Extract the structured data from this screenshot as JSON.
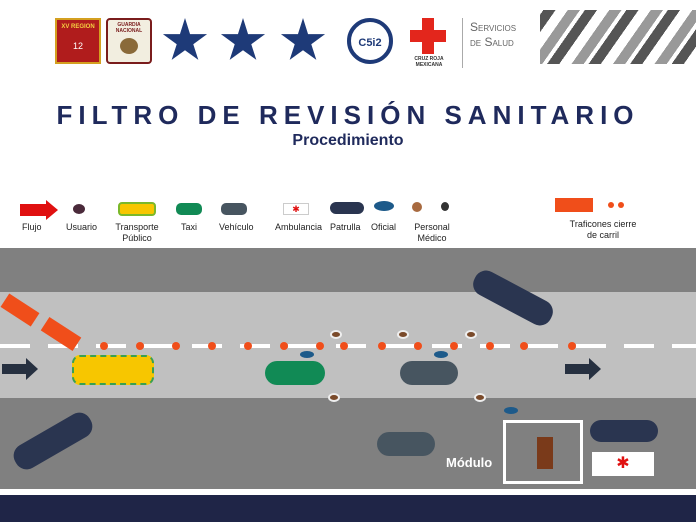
{
  "header": {
    "logos": [
      "xv-region-militar-logo",
      "guardia-nacional-logo",
      "police-star-logo-1",
      "police-star-logo-2",
      "police-star-logo-3",
      "c5i2-logo",
      "cruz-roja-logo",
      "servicios-de-salud-logo"
    ],
    "regiment_text": "XV REGION",
    "regiment_number": "12",
    "guardia_text": "GUARDIA NACIONAL",
    "c5_text": "C5i2",
    "cruz_roja": "CRUZ ROJA MEXICANA",
    "servicios_line1": "Servicios",
    "servicios_line2": "de Salud"
  },
  "title": "FILTRO DE REVISIÓN SANITARIO",
  "subtitle": "Procedimiento",
  "legend": {
    "flujo": "Flujo",
    "usuario": "Usuario",
    "transporte": "Transporte Público",
    "taxi": "Taxi",
    "vehiculo": "Vehículo",
    "ambulancia": "Ambulancia",
    "patrulla": "Patrulla",
    "oficial": "Oficial",
    "personal": "Personal Médico",
    "traficones": "Traficones cierre de carril"
  },
  "diagram": {
    "modulo": "Módulo"
  },
  "colors": {
    "navy": "#1f2547",
    "cone": "#f04e1a",
    "flujo": "#e01010"
  }
}
